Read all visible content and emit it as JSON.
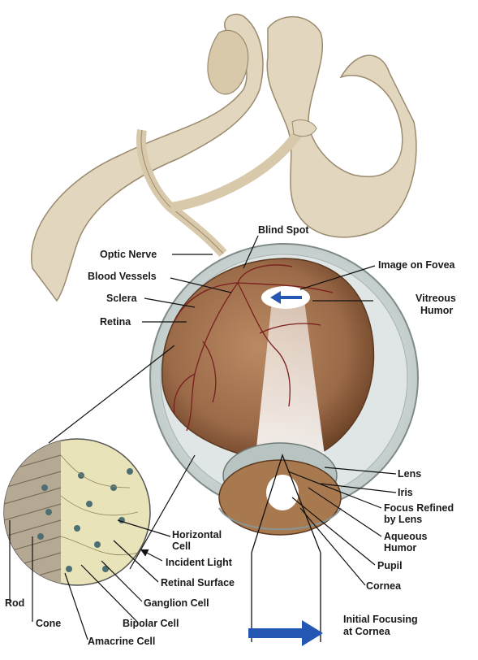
{
  "colors": {
    "background": "#ffffff",
    "brain": "#e2d6bf",
    "brain_outline": "#9b8b6e",
    "retina": "#9b6a48",
    "sclera": "#cfd8d6",
    "blood_vessel": "#7a1f1f",
    "arrow": "#2457b3",
    "inset_bg": "#e8e3b8",
    "label": "#1a1a1a"
  },
  "labels": {
    "blind_spot": "Blind Spot",
    "optic_nerve": "Optic Nerve",
    "image_on_fovea": "Image on Fovea",
    "blood_vessels": "Blood Vessels",
    "sclera": "Sclera",
    "vitreous_humor_1": "Vitreous",
    "vitreous_humor_2": "Humor",
    "retina": "Retina",
    "lens": "Lens",
    "iris": "Iris",
    "focus_refined_1": "Focus Refined",
    "focus_refined_2": "by Lens",
    "horizontal_cell_1": "Horizontal",
    "horizontal_cell_2": "Cell",
    "aqueous_humor_1": "Aqueous",
    "aqueous_humor_2": "Humor",
    "incident_light": "Incident Light",
    "pupil": "Pupil",
    "retinal_surface": "Retinal Surface",
    "cornea": "Cornea",
    "ganglion_cell": "Ganglion Cell",
    "rod": "Rod",
    "initial_focusing_1": "Initial Focusing",
    "initial_focusing_2": "at Cornea",
    "cone": "Cone",
    "bipolar_cell": "Bipolar Cell",
    "amacrine_cell": "Amacrine Cell"
  }
}
